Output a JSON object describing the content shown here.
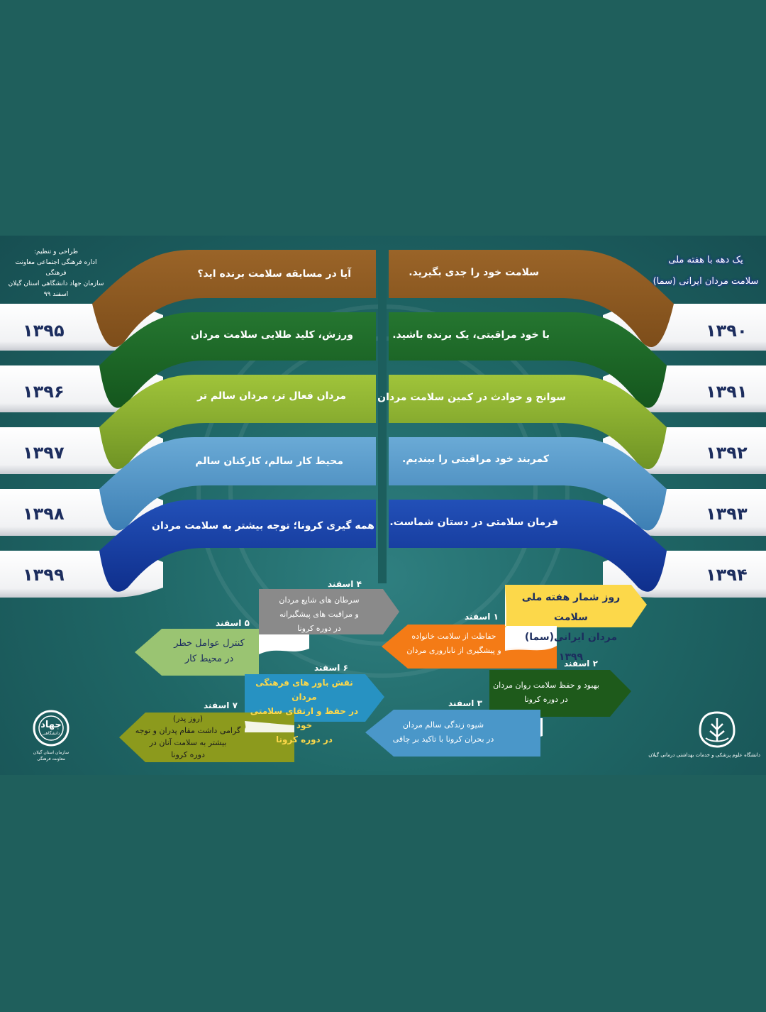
{
  "credit": [
    "طراحی و تنظیم:",
    "اداره فرهنگی اجتماعی معاونت فرهنگی",
    "سازمان جهاد دانشگاهی استان گیلان",
    "اسفند ۹۹"
  ],
  "title": [
    "یک دهه با هفته ملی",
    "سلامت مردان ایرانی (سما)"
  ],
  "years_left": [
    "۱۳۹۵",
    "۱۳۹۶",
    "۱۳۹۷",
    "۱۳۹۸",
    "۱۳۹۹"
  ],
  "years_right": [
    "۱۳۹۰",
    "۱۳۹۱",
    "۱۳۹۲",
    "۱۳۹۳",
    "۱۳۹۴"
  ],
  "slogans_left": [
    "آیا در مسابقه سلامت برنده اید؟",
    "ورزش، کلید طلایی سلامت مردان",
    "مردان فعال تر، مردان سالم تر",
    "محیط کار سالم، کارکنان سالم",
    "همه گیری کرونا؛ توجه بیشتر به سلامت مردان"
  ],
  "slogans_right": [
    "سلامت خود را جدی بگیرید.",
    "با خود مراقبتی، یک برنده باشید.",
    "سوانح و حوادث در کمین سلامت مردان",
    "کمربند خود مراقبتی را ببندیم.",
    "فرمان سلامتی در دستان شماست."
  ],
  "band_colors": [
    "#8e5a22",
    "#1f6b26",
    "#8bb02e",
    "#4f93c6",
    "#1a3fa3"
  ],
  "program": {
    "headline": [
      "روز شمار هفته ملی سلامت",
      "مردان ایرانی(سما) ۱۳۹۹"
    ],
    "days": [
      {
        "label": "۱  اسفند",
        "lines": [
          "حفاظت از سلامت خانواده",
          "و پیشگیری از ناباروری مردان"
        ],
        "color": "#f47b16"
      },
      {
        "label": "۲  اسفند",
        "lines": [
          "بهبود و حفظ سلامت روان مردان",
          "در دوره کرونا"
        ],
        "color": "#1e5a1b"
      },
      {
        "label": "۳  اسفند",
        "lines": [
          "شیوه زندگی سالم مردان",
          "در بحران کرونا با تاکید بر چاقی"
        ],
        "color": "#4a97c9"
      },
      {
        "label": "۴  اسفند",
        "lines": [
          "سرطان های شایع مردان",
          "و مراقبت های پیشگیرانه",
          "در دوره کرونا"
        ],
        "color": "#8a8a8a"
      },
      {
        "label": "۵  اسفند",
        "lines": [
          "کنترل عوامل خطر",
          "در محیط کار"
        ],
        "color": "#9ac472"
      },
      {
        "label": "۶  اسفند",
        "lines": [
          "نقش باور های فرهنگی مردان",
          "در حفظ و ارتقای سلامتی خود",
          "در دوره کرونا"
        ],
        "color": "#2792c2"
      },
      {
        "label": "۷  اسفند",
        "lines": [
          "(روز پدر)",
          "گرامی داشت مقام پدران و توجه",
          "بیشتر به سلامت آنان در",
          "دوره کرونا"
        ],
        "color": "#8c9a1d"
      }
    ]
  },
  "logo_left": {
    "name": "جهاد",
    "sub": "دانشگاهی",
    "caption": [
      "سازمان استان گیلان",
      "معاونت فرهنگی"
    ]
  },
  "logo_right": {
    "caption": "دانشگاه علوم پزشکی و خدمات بهداشتی درمانی گیلان"
  }
}
